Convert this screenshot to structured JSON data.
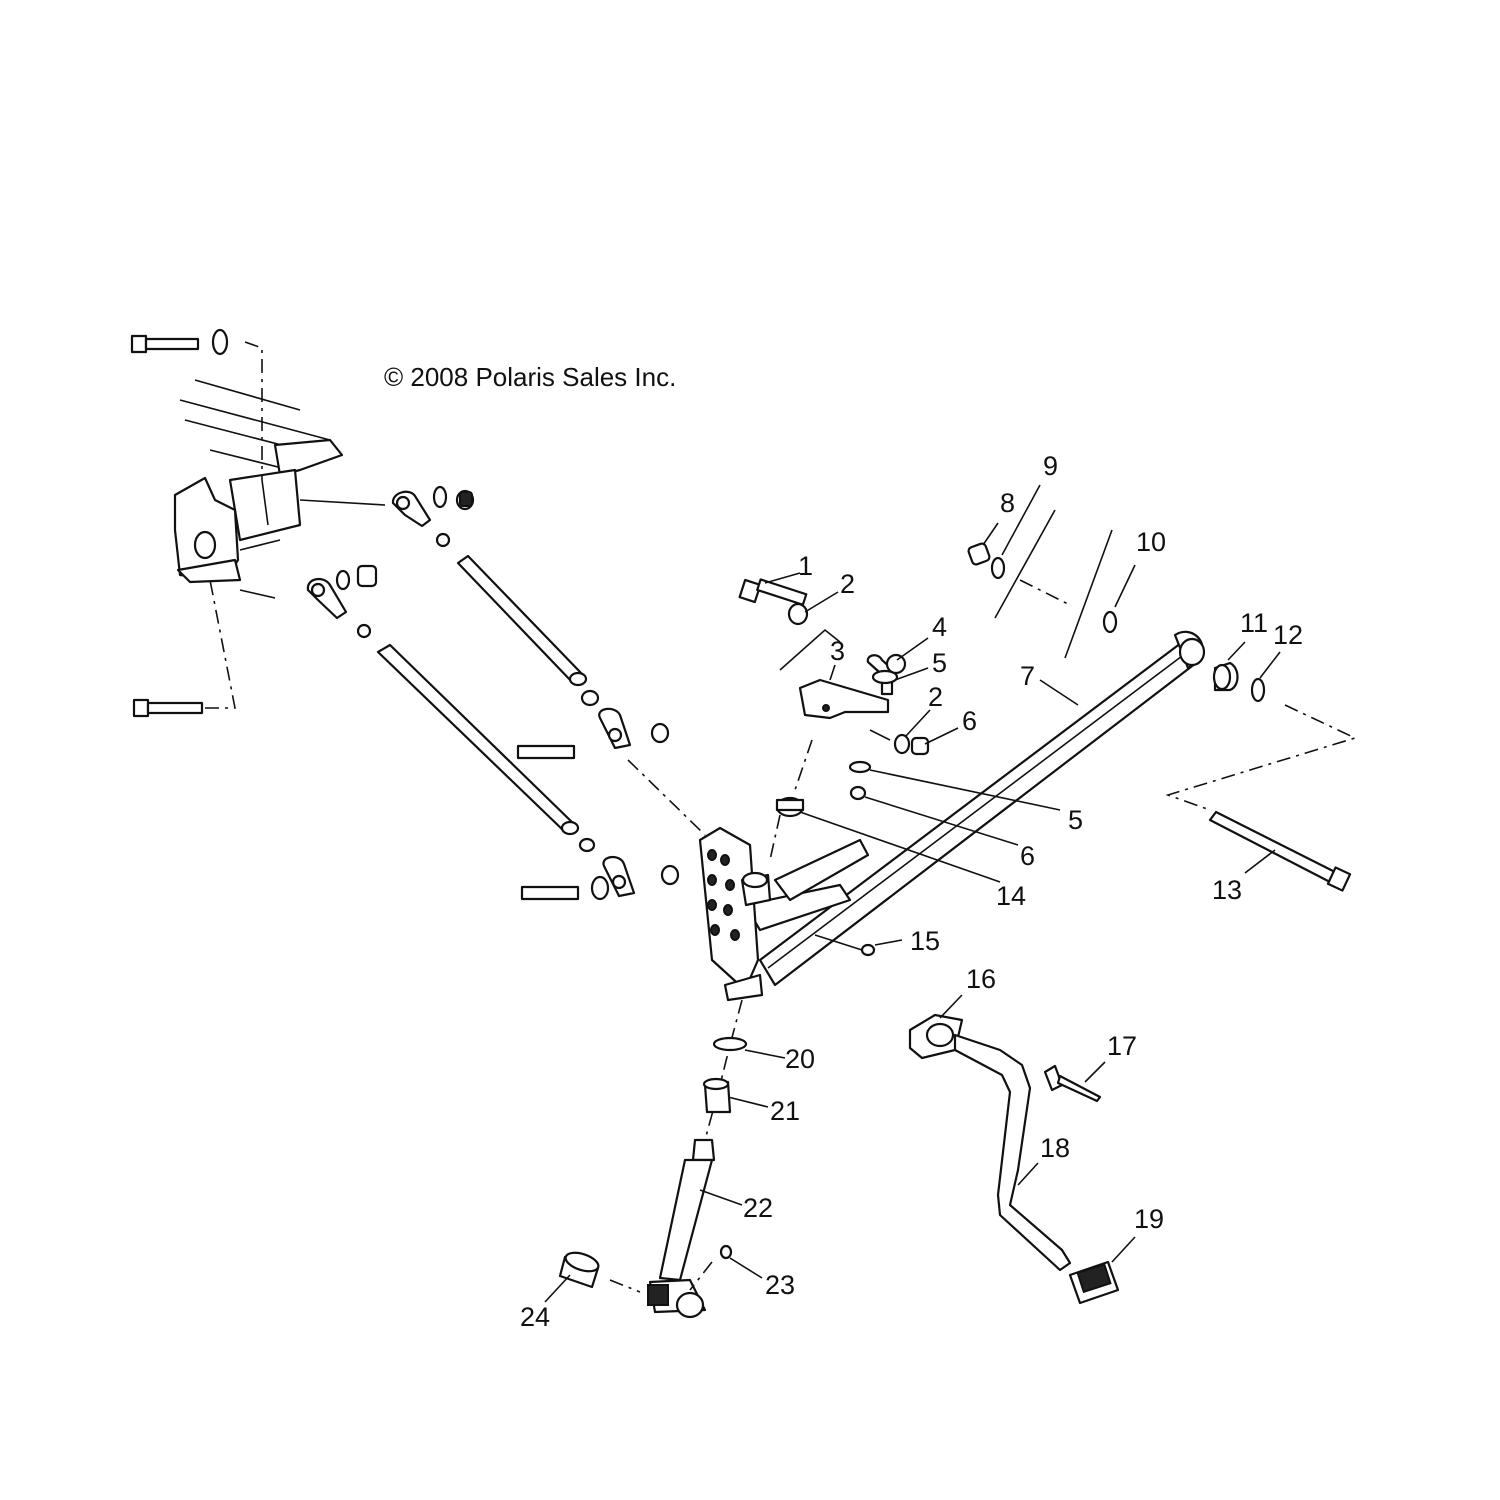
{
  "copyright": "© 2008 Polaris Sales Inc.",
  "callouts": {
    "c1": "1",
    "c2a": "2",
    "c2b": "2",
    "c3": "3",
    "c4": "4",
    "c5a": "5",
    "c5b": "5",
    "c6a": "6",
    "c6b": "6",
    "c7": "7",
    "c8": "8",
    "c9": "9",
    "c10": "10",
    "c11": "11",
    "c12": "12",
    "c13": "13",
    "c14": "14",
    "c15": "15",
    "c16": "16",
    "c17": "17",
    "c18": "18",
    "c19": "19",
    "c20": "20",
    "c21": "21",
    "c22": "22",
    "c23": "23",
    "c24": "24"
  }
}
